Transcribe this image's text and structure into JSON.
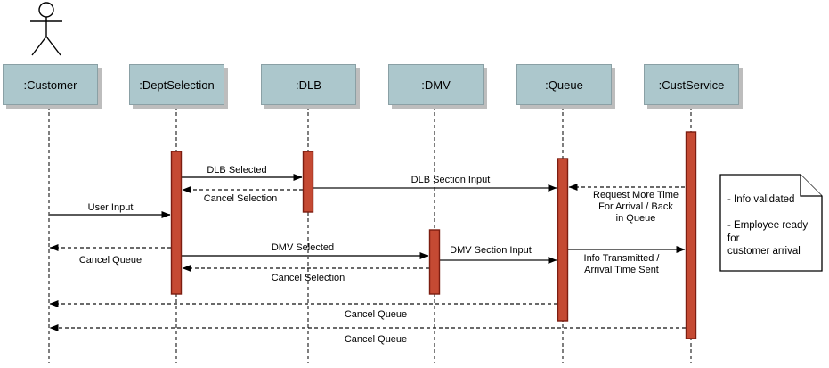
{
  "diagram_type": "uml-sequence-diagram",
  "colors": {
    "lifeline_box_fill": "#acc7cc",
    "lifeline_box_border": "#8aa0a5",
    "box_shadow": "#bdbdbd",
    "activation_fill": "#c54a33",
    "activation_border": "#7c1d10",
    "line_color": "#000000",
    "note_fill": "#ffffff"
  },
  "lifelines": [
    {
      "label": ":Customer"
    },
    {
      "label": ":DeptSelection"
    },
    {
      "label": ":DLB"
    },
    {
      "label": ":DMV"
    },
    {
      "label": ":Queue"
    },
    {
      "label": ":CustService"
    }
  ],
  "messages": [
    {
      "label": "DLB Selected",
      "type": "solid",
      "from": ":DeptSelection",
      "to": ":DLB"
    },
    {
      "label": "Cancel Selection",
      "type": "dashed",
      "from": ":DLB",
      "to": ":DeptSelection"
    },
    {
      "label": "DLB Section Input",
      "type": "solid",
      "from": ":DLB",
      "to": ":Queue"
    },
    {
      "label": "Request More Time\nFor Arrival / Back\nin Queue",
      "type": "dashed",
      "from": ":CustService",
      "to": ":Queue"
    },
    {
      "label": "User Input",
      "type": "solid",
      "from": ":Customer",
      "to": ":DeptSelection"
    },
    {
      "label": "Cancel Queue",
      "type": "dashed",
      "from": ":DeptSelection",
      "to": ":Customer"
    },
    {
      "label": "DMV Selected",
      "type": "solid",
      "from": ":DeptSelection",
      "to": ":DMV"
    },
    {
      "label": "DMV Section Input",
      "type": "solid",
      "from": ":DMV",
      "to": ":Queue"
    },
    {
      "label": "Info Transmitted /\nArrival Time Sent",
      "type": "solid",
      "from": ":Queue",
      "to": ":CustService"
    },
    {
      "label": "Cancel Selection",
      "type": "dashed",
      "from": ":DMV",
      "to": ":DeptSelection"
    },
    {
      "label": "Cancel Queue",
      "type": "dashed",
      "from": ":Queue",
      "to": ":Customer"
    },
    {
      "label": "Cancel Queue",
      "type": "dashed",
      "from": ":CustService",
      "to": ":Customer"
    }
  ],
  "note": {
    "text": "- Info validated\n\n- Employee ready for\ncustomer arrival"
  }
}
